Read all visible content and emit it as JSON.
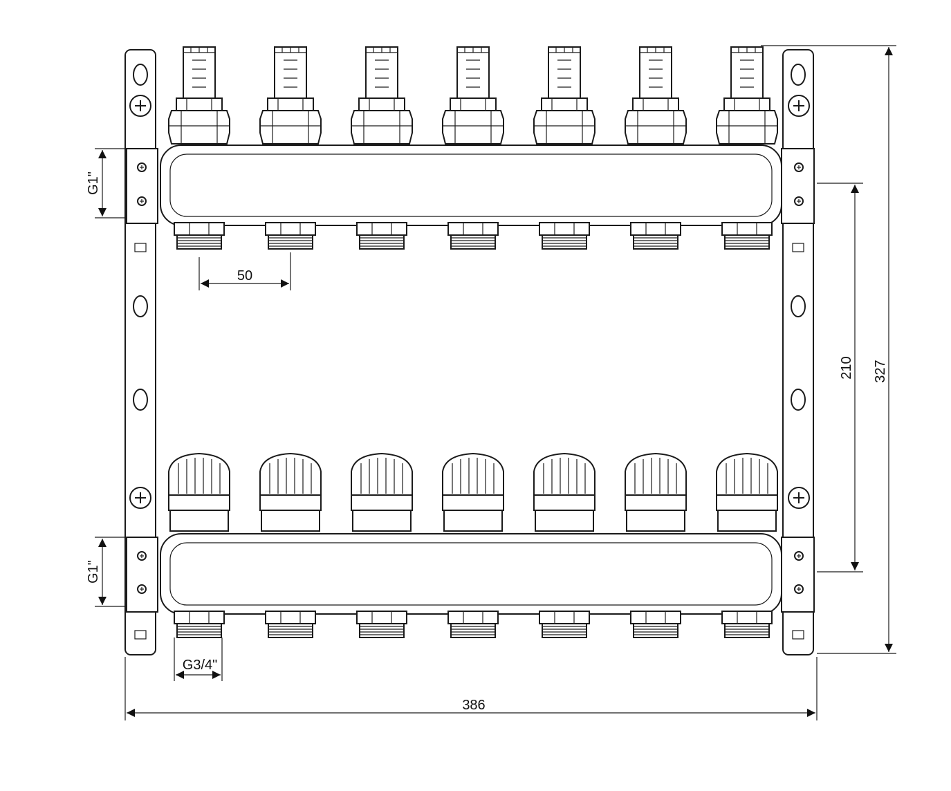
{
  "manifold": {
    "circuits": 7,
    "ports": {
      "top": "G1\"",
      "bottom": "G1\"",
      "outlet": "G3/4\""
    }
  },
  "dimensions": {
    "pitch": "50",
    "header_spacing": "210",
    "height": "327",
    "width": "386"
  },
  "labels": {
    "g1_top": "G1\"",
    "g1_bottom": "G1\"",
    "g34": "G3/4\"",
    "pitch": "50",
    "header_spacing": "210",
    "height": "327",
    "width": "386"
  },
  "icons": {
    "mount_screw": "phillips-screw-icon",
    "bolt": "bolt-icon",
    "flowmeter": "flowmeter-icon",
    "valve_knob": "valve-knob-icon",
    "outlet_thread": "threaded-outlet-icon"
  }
}
